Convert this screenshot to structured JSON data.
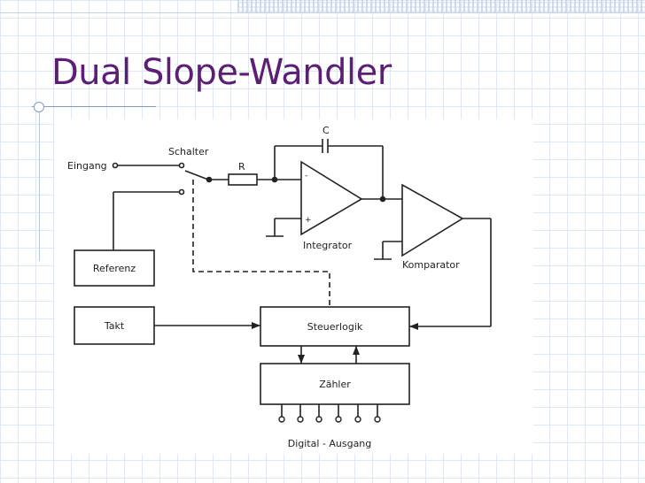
{
  "slide": {
    "title": "Dual Slope-Wandler"
  },
  "diagram": {
    "labels": {
      "input": "Eingang",
      "switch": "Schalter",
      "resistor": "R",
      "capacitor": "C",
      "integrator": "Integrator",
      "comparator": "Komparator",
      "reference": "Referenz",
      "clock": "Takt",
      "control_logic": "Steuerlogik",
      "counter": "Zähler",
      "digital_output": "Digital - Ausgang"
    }
  },
  "colors": {
    "title": "#5b1f74",
    "grid": "#dfe7f3",
    "ink": "#222222"
  }
}
